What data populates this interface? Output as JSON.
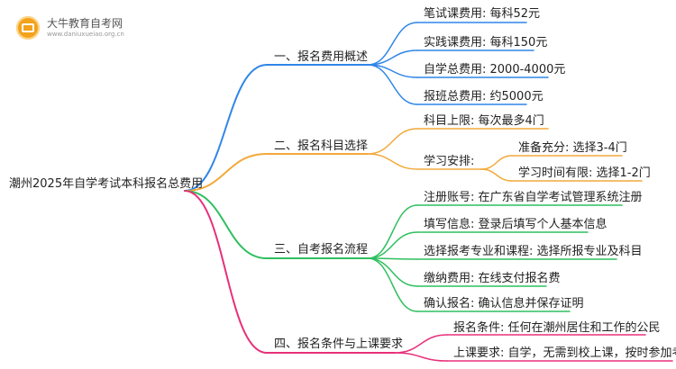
{
  "logo": {
    "name": "大牛教育自考网",
    "url": "www.daniuxueiao.org.cn",
    "badge_color": "#f3a21b"
  },
  "root": "潮州2025年自学考试本科报名总费用",
  "branches": [
    {
      "label": "一、报名费用概述",
      "color": "#2f86e8",
      "items": [
        {
          "text": "笔试课费用: 每科52元"
        },
        {
          "text": "实践课费用: 每科150元"
        },
        {
          "text": "自学总费用: 2000-4000元"
        },
        {
          "text": "报班总费用: 约5000元"
        }
      ]
    },
    {
      "label": "二、报名科目选择",
      "color": "#f2a93b",
      "items": [
        {
          "text": "科目上限: 每次最多4门"
        },
        {
          "text": "学习安排:",
          "children": [
            {
              "text": "准备充分: 选择3-4门"
            },
            {
              "text": "学习时间有限: 选择1-2门"
            }
          ]
        }
      ]
    },
    {
      "label": "三、自考报名流程",
      "color": "#2fbf5f",
      "items": [
        {
          "text": "注册账号: 在广东省自学考试管理系统注册"
        },
        {
          "text": "填写信息: 登录后填写个人基本信息"
        },
        {
          "text": "选择报考专业和课程: 选择所报专业及科目"
        },
        {
          "text": "缴纳费用: 在线支付报名费"
        },
        {
          "text": "确认报名: 确认信息并保存证明"
        }
      ]
    },
    {
      "label": "四、报名条件与上课要求",
      "color": "#e8307a",
      "items": [
        {
          "text": "报名条件: 任何在潮州居住和工作的公民"
        },
        {
          "text": "上课要求: 自学，无需到校上课，按时参加考试"
        }
      ]
    }
  ]
}
